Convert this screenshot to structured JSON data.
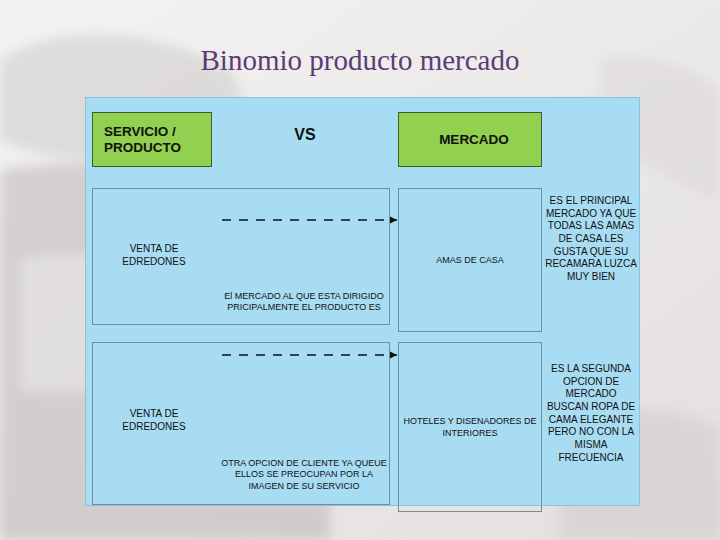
{
  "diagram": {
    "title": "Binomio producto mercado",
    "nodes": [
      {
        "text": [
          "SERVICIO / PRODUCTO"
        ]
      },
      {
        "text": [
          "MERCADO"
        ]
      },
      {
        "text": [
          "VENTA DE EDREDONES",
          "El MERCADO AL QUE ESTA DIRIGIDO PRICIPALMENTE EL PRODUCTO ES"
        ]
      },
      {
        "text": [
          "AMAS DE CASA"
        ]
      },
      {
        "text": [
          "VENTA DE EDREDONES",
          "OTRA OPCION DE CLIENTE YA QUEUE ELLOS SE PREOCUPAN POR LA IMAGEN DE SU SERVICIO"
        ]
      },
      {
        "text": [
          "HOTELES Y DISENADORES DE INTERIORES"
        ]
      }
    ],
    "edges": [
      {
        "from": 2,
        "to": 3,
        "arrow": "to"
      },
      {
        "from": 4,
        "to": 5,
        "arrow": "to"
      }
    ],
    "labels": [
      "VS",
      "ES EL PRINCIPAL MERCADO YA QUE TODAS LAS AMAS DE CASA LES GUSTA QUE SU RECAMARA LUZCA MUY BIEN",
      "ES LA SEGUNDA OPCION DE MERCADO BUSCAN ROPA DE CAMA ELEGANTE PERO NO CON LA MISMA FRECUENCIA"
    ]
  }
}
